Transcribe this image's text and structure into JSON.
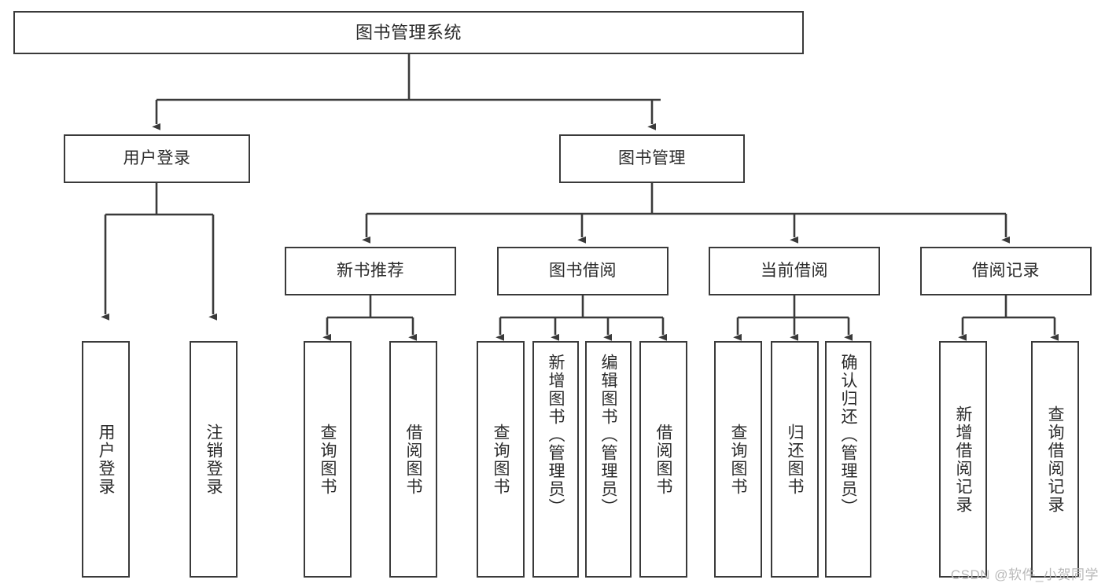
{
  "diagram": {
    "title": "图书管理系统",
    "type": "hierarchy-tree",
    "colors": {
      "box_border": "#3a3a3a",
      "box_fill": "#ffffff",
      "edge": "#3a3a3a",
      "text": "#2b2b2b",
      "watermark": "#b9b9b9",
      "background": "#ffffff"
    },
    "root": {
      "label": "图书管理系统"
    },
    "level2": [
      {
        "label": "用户登录"
      },
      {
        "label": "图书管理"
      }
    ],
    "level3": [
      {
        "label": "新书推荐"
      },
      {
        "label": "图书借阅"
      },
      {
        "label": "当前借阅"
      },
      {
        "label": "借阅记录"
      }
    ],
    "leaves": {
      "user_login": [
        {
          "label": "用户登录"
        },
        {
          "label": "注销登录"
        }
      ],
      "new_book_recommend": [
        {
          "label": "查询图书"
        },
        {
          "label": "借阅图书"
        }
      ],
      "book_borrow": [
        {
          "label": "查询图书"
        },
        {
          "label": "新增图书（管理员）"
        },
        {
          "label": "编辑图书（管理员）"
        },
        {
          "label": "借阅图书"
        }
      ],
      "current_borrow": [
        {
          "label": "查询图书"
        },
        {
          "label": "归还图书"
        },
        {
          "label": "确认归还（管理员）"
        }
      ],
      "borrow_record": [
        {
          "label": "新增借阅记录"
        },
        {
          "label": "查询借阅记录"
        }
      ]
    }
  },
  "watermark": {
    "text": "CSDN @软件_小贺同学"
  }
}
